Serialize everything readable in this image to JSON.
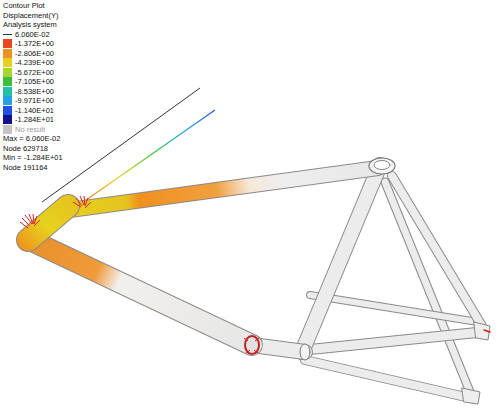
{
  "diagram": {
    "title": "Contour Plot",
    "labels": [
      "Displacement(Y)",
      "Analysis system",
      "Max = 6.060E-02",
      "Node 629718",
      "Min = -1.284E+01",
      "Node 191164"
    ],
    "legend": [
      {
        "text": "6.060E-02"
      },
      {
        "text": "-1.372E+00",
        "color": "#e8461e"
      },
      {
        "text": "-2.806E+00",
        "color": "#f0901e"
      },
      {
        "text": "-4.239E+00",
        "color": "#e6d21e"
      },
      {
        "text": "-5.672E+00",
        "color": "#a6d62e"
      },
      {
        "text": "-7.105E+00",
        "color": "#3cc03c"
      },
      {
        "text": "-8.538E+00",
        "color": "#22c0a6"
      },
      {
        "text": "-9.971E+00",
        "color": "#22a2e2"
      },
      {
        "text": "-1.140E+01",
        "color": "#2250e0"
      },
      {
        "text": "-1.284E+01",
        "color": "#12128c"
      },
      {
        "text": "No result",
        "color": "#c4c4c4"
      }
    ]
  }
}
